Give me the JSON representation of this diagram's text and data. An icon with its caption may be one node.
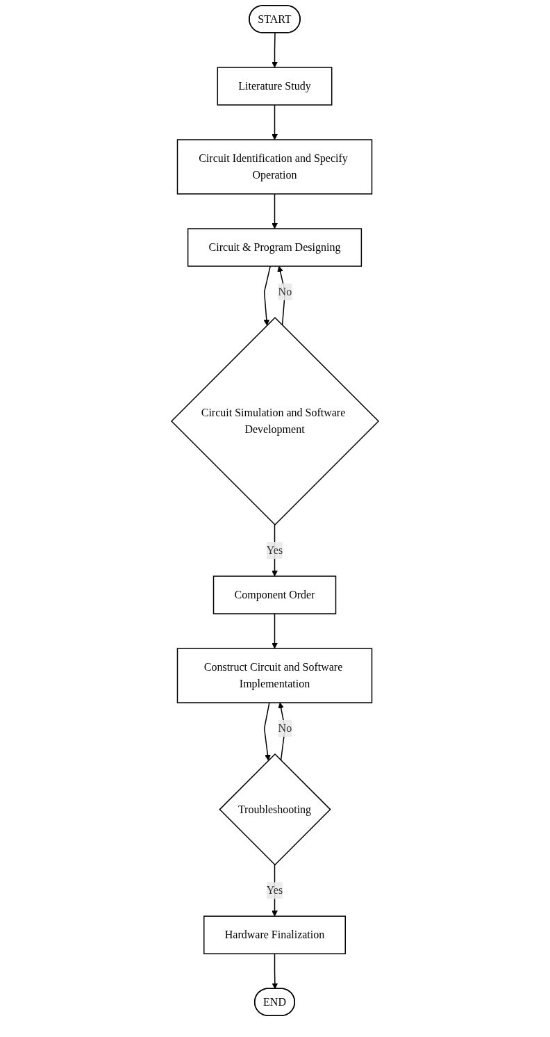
{
  "diagram": {
    "nodes": [
      {
        "text": [
          "START"
        ]
      },
      {
        "text": [
          "Literature Study"
        ]
      },
      {
        "text": [
          "Circuit Identification and Specify Operation"
        ]
      },
      {
        "text": [
          "Circuit & Program Designing"
        ]
      },
      {
        "text": [
          "Circuit Simulation and Software Development"
        ]
      },
      {
        "text": [
          "Component Order"
        ]
      },
      {
        "text": [
          "Construct Circuit and Software Implementation"
        ]
      },
      {
        "text": [
          "Troubleshooting"
        ]
      },
      {
        "text": [
          "Hardware Finalization"
        ]
      },
      {
        "text": [
          "END"
        ]
      }
    ],
    "edges": [
      {
        "from": 0,
        "to": 1,
        "arrow": "to"
      },
      {
        "from": 1,
        "to": 2,
        "arrow": "to"
      },
      {
        "from": 2,
        "to": 3,
        "arrow": "to"
      },
      {
        "from": 3,
        "to": 4,
        "arrow": "to"
      },
      {
        "from": 4,
        "to": 3,
        "arrow": "to",
        "label": "No"
      },
      {
        "from": 4,
        "to": 5,
        "arrow": "to",
        "label": "Yes"
      },
      {
        "from": 5,
        "to": 6,
        "arrow": "to"
      },
      {
        "from": 6,
        "to": 7,
        "arrow": "to"
      },
      {
        "from": 7,
        "to": 6,
        "arrow": "to",
        "label": "No"
      },
      {
        "from": 7,
        "to": 8,
        "arrow": "to",
        "label": "Yes"
      },
      {
        "from": 8,
        "to": 9,
        "arrow": "to"
      }
    ]
  }
}
